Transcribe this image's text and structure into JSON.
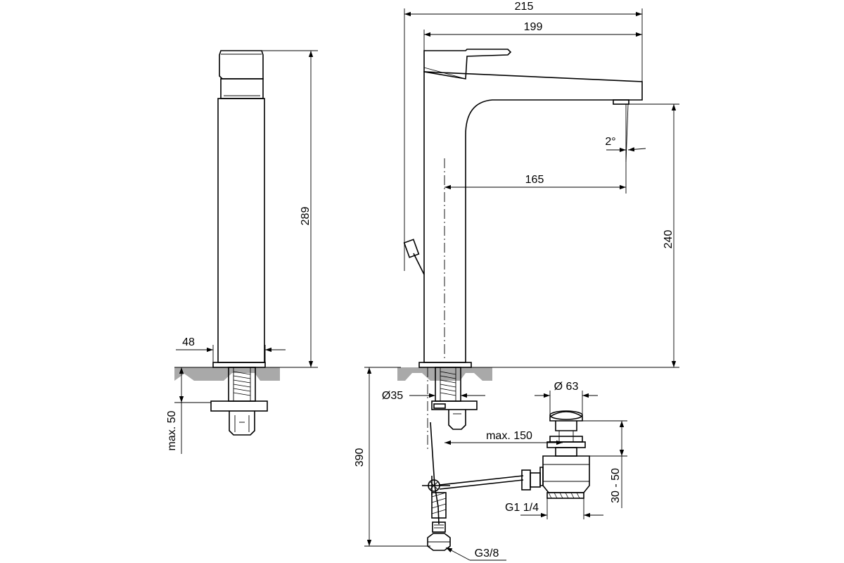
{
  "dimensions": {
    "d215": "215",
    "d199": "199",
    "d289": "289",
    "d48": "48",
    "max50": "max. 50",
    "d240": "240",
    "d165": "165",
    "angle": "2°",
    "d390": "390",
    "d35": "Ø35",
    "d63": "Ø 63",
    "max150": "max. 150",
    "d30_50": "30 - 50",
    "g1_1_4": "G1 1/4",
    "g3_8": "G3/8"
  }
}
